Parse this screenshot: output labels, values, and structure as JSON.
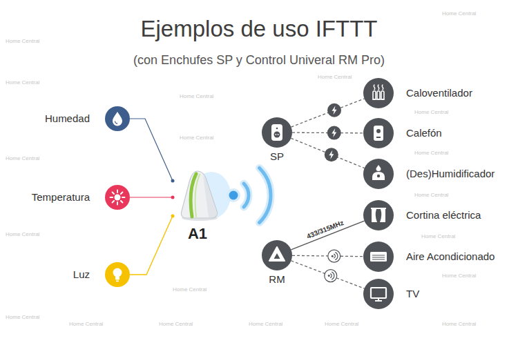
{
  "diagram": {
    "title": "Ejemplos de uso IFTTT",
    "nodes": [
      {
        "text": [
          "Humedad"
        ]
      },
      {
        "text": [
          "Temperatura"
        ]
      },
      {
        "text": [
          "Luz"
        ]
      },
      {
        "text": [
          "A1"
        ]
      },
      {
        "text": [
          "SP"
        ]
      },
      {
        "text": [
          "RM"
        ]
      },
      {
        "text": [
          "Caloventilador"
        ]
      },
      {
        "text": [
          "Calefón"
        ]
      },
      {
        "text": [
          "(Des)Humidificador"
        ]
      },
      {
        "text": [
          "Cortina eléctrica"
        ]
      },
      {
        "text": [
          "Aire Acondicionado"
        ]
      },
      {
        "text": [
          "TV"
        ]
      }
    ],
    "edges": [
      {
        "from": 0,
        "to": 3,
        "arrow": "none"
      },
      {
        "from": 1,
        "to": 3,
        "arrow": "none"
      },
      {
        "from": 2,
        "to": 3,
        "arrow": "none"
      },
      {
        "from": 4,
        "to": 6,
        "arrow": "none"
      },
      {
        "from": 4,
        "to": 7,
        "arrow": "none"
      },
      {
        "from": 4,
        "to": 8,
        "arrow": "none"
      },
      {
        "from": 5,
        "to": 9,
        "label": "433/315MHz",
        "arrow": "none"
      },
      {
        "from": 5,
        "to": 10,
        "arrow": "none"
      },
      {
        "from": 5,
        "to": 11,
        "arrow": "none"
      }
    ],
    "labels": [
      "(con Enchufes SP y Control Univeral RM Pro)",
      "Home Central",
      "Home Central",
      "Home Central",
      "Home Central",
      "Home Central",
      "Home Central",
      "Home Central",
      "Home Central",
      "Home Central",
      "Home Central",
      "Home Central",
      "Home Central",
      "Home Central",
      "Home Central",
      "Home Central",
      "Home Central",
      "Home Central",
      "Home Central",
      "Home Central",
      "Home Central"
    ]
  }
}
